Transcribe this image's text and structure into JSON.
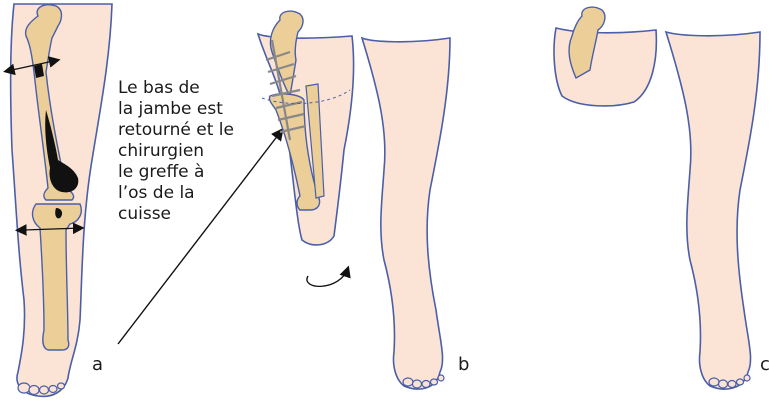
{
  "caption": [
    "Le bas de",
    "la jambe est",
    "retourné et le",
    "chirurgien",
    "le greffe à",
    "l’os de la",
    "cuisse"
  ],
  "panels": [
    "a",
    "b",
    "c"
  ],
  "colors": {
    "skin": "#fbe3d6",
    "bone": "#eccf98",
    "outline": "#4a5fa8",
    "tumor": "#111111",
    "plate": "#888888"
  }
}
